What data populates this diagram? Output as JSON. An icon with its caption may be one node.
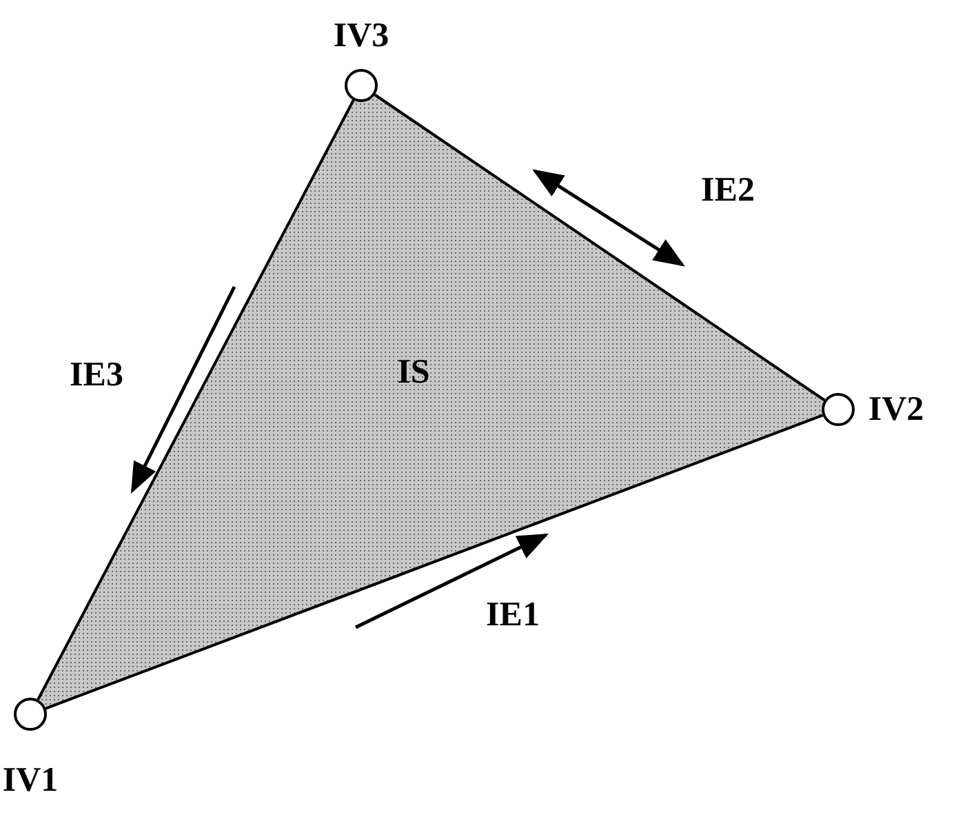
{
  "diagram": {
    "nodes": [
      {
        "text": [
          "IV1"
        ]
      },
      {
        "text": [
          "IV2"
        ]
      },
      {
        "text": [
          "IV3"
        ]
      },
      {
        "text": [
          "IS"
        ]
      }
    ],
    "edges": [
      {
        "from": 0,
        "to": 1,
        "arrow": "none",
        "label": "IE1"
      },
      {
        "from": 1,
        "to": 2,
        "arrow": "none",
        "label": "IE2"
      },
      {
        "from": 2,
        "to": 0,
        "arrow": "none",
        "label": "IE3"
      }
    ]
  }
}
